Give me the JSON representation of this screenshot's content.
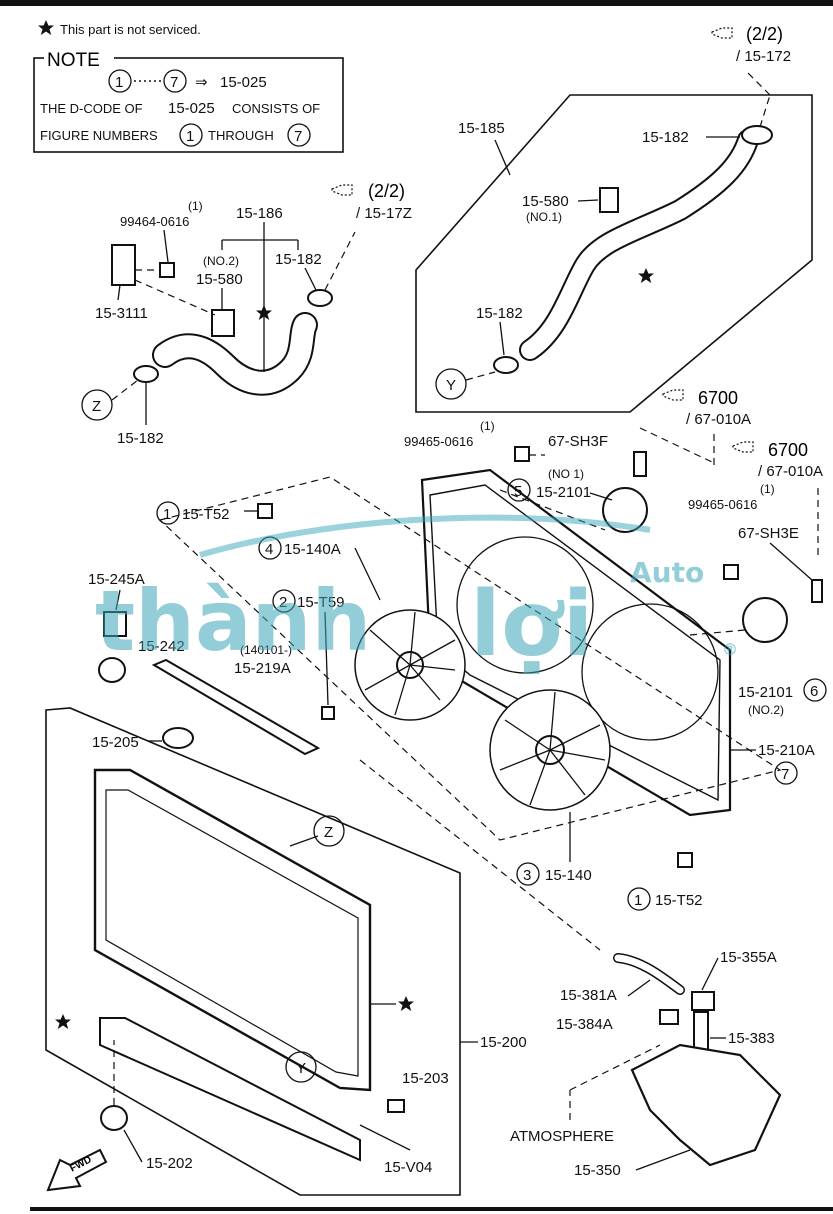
{
  "legend": {
    "star_note": "This part is not serviced.",
    "note_title": "NOTE",
    "note_from": "1",
    "note_to": "7",
    "note_arrow": "⇒",
    "note_target": "15-025",
    "note_line2a": "THE D-CODE OF",
    "note_line2b": "15-025",
    "note_line2c": "CONSISTS OF",
    "note_line3a": "FIGURE NUMBERS",
    "note_line3b": "THROUGH"
  },
  "watermark": {
    "main": "thành",
    "mid": "lợi",
    "brand": "Auto",
    "reg": "®"
  },
  "refs": {
    "top_right": {
      "frac": "(2/2)",
      "code": "/ 15-172"
    },
    "left": {
      "frac": "(2/2)",
      "code": "/ 15-17Z"
    },
    "ref6700a": {
      "num": "6700",
      "code": "/ 67-010A"
    },
    "ref6700b": {
      "num": "6700",
      "code": "/ 67-010A"
    }
  },
  "labels": {
    "p15_185": "15-185",
    "p15_182_top": "15-182",
    "p15_580_right": "15-580",
    "no1_right": "(NO.1)",
    "p15_182_right_low": "15-182",
    "Y_upper": "Y",
    "q1_left": "(1)",
    "bolt_99464": "99464-0616",
    "p15_186": "15-186",
    "no2_left": "(NO.2)",
    "p15_580_left": "15-580",
    "p15_182_left": "15-182",
    "p15_3111": "15-3111",
    "Z_left": "Z",
    "p15_182_z": "15-182",
    "q1_mid": "(1)",
    "bolt_99465_a": "99465-0616",
    "p67_sh3f": "67-SH3F",
    "n5": "5",
    "no1_motor": "(NO 1)",
    "p15_2101_top": "15-2101",
    "q1_right": "(1)",
    "bolt_99465_b": "99465-0616",
    "p67_sh3e": "67-SH3E",
    "n1_a": "1",
    "p15_t52_a": "15-T52",
    "n4": "4",
    "p15_140a": "15-140A",
    "p15_245a": "15-245A",
    "n2": "2",
    "p15_t59": "15-T59",
    "p15_242": "15-242",
    "date_code": "(140101-)",
    "p15_219a": "15-219A",
    "p15_2101_low": "15-2101",
    "n6": "6",
    "no2_motor": "(NO.2)",
    "p15_205": "15-205",
    "p15_210a": "15-210A",
    "n7": "7",
    "Z_rad": "Z",
    "n3": "3",
    "p15_140": "15-140",
    "n1_b": "1",
    "p15_t52_b": "15-T52",
    "p15_355a": "15-355A",
    "p15_381a": "15-381A",
    "p15_384a": "15-384A",
    "p15_383": "15-383",
    "p15_200": "15-200",
    "Y_rad": "Y",
    "p15_203": "15-203",
    "atmosphere": "ATMOSPHERE",
    "p15_202": "15-202",
    "p15_v04": "15-V04",
    "p15_350": "15-350",
    "fwd": "FWD"
  }
}
